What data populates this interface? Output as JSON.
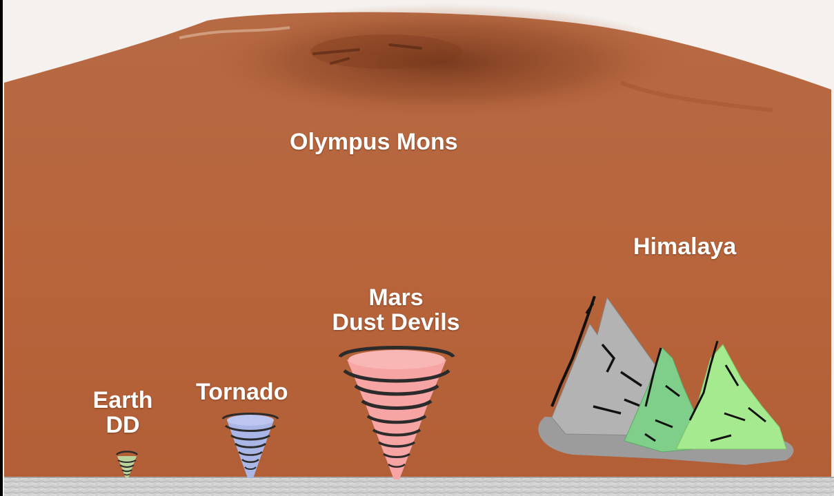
{
  "labels": {
    "olympus_mons": "Olympus Mons",
    "himalaya": "Himalaya",
    "mars_dust_devils": [
      "Mars",
      "Dust Devils"
    ],
    "tornado": "Tornado",
    "earth_dd": [
      "Earth",
      "DD"
    ]
  },
  "colors": {
    "mars_surface": "#b8653c",
    "summit_dark": "#7a3a1c",
    "ground": "#cfcfcf",
    "earth_dd": "#b9d39a",
    "tornado": "#aab6e6",
    "mars_dust_devil": "#f6a4a4",
    "rock_gray": "#b3b3b3",
    "mountain_green": "#7fcf8a",
    "mountain_light_green": "#a6ea8f"
  }
}
